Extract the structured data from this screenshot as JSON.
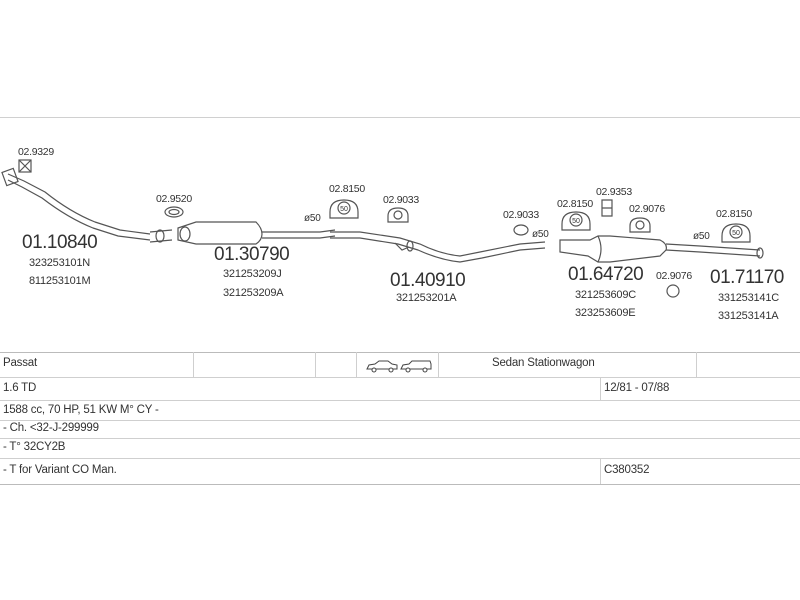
{
  "parts": {
    "p1": {
      "code": "01.10840",
      "refs": [
        "323253101N",
        "811253101M"
      ]
    },
    "p2": {
      "code": "01.30790",
      "refs": [
        "321253209J",
        "321253209A"
      ]
    },
    "p3": {
      "code": "01.40910",
      "refs": [
        "321253201A"
      ]
    },
    "p4": {
      "code": "01.64720",
      "refs": [
        "321253609C",
        "323253609E"
      ]
    },
    "p5": {
      "code": "01.71170",
      "refs": [
        "331253141C",
        "331253141A"
      ]
    }
  },
  "fittings": {
    "f1": "02.9329",
    "f2": "02.9520",
    "f3": "02.8150",
    "f4": "02.9033",
    "f5": "02.9033",
    "f6": "02.8150",
    "f7": "02.9353",
    "f8": "02.9076",
    "f9": "02.9076",
    "f10": "02.8150"
  },
  "diameters": {
    "d1": "ø50",
    "d2": "ø50",
    "d3": "ø50"
  },
  "clamp_labels": {
    "c1": "50",
    "c2": "50",
    "c3": "50"
  },
  "table": {
    "model": "Passat",
    "body": "Sedan  Stationwagon",
    "engine": "1.6 TD",
    "years": "12/81 - 07/88",
    "spec": "1588 cc, 70 HP, 51 KW  M° CY -",
    "chassis": "- Ch. <32-J-299999",
    "type": "- T° 32CY2B",
    "variant": "- T for Variant  CO Man.",
    "catalog": "C380352"
  }
}
